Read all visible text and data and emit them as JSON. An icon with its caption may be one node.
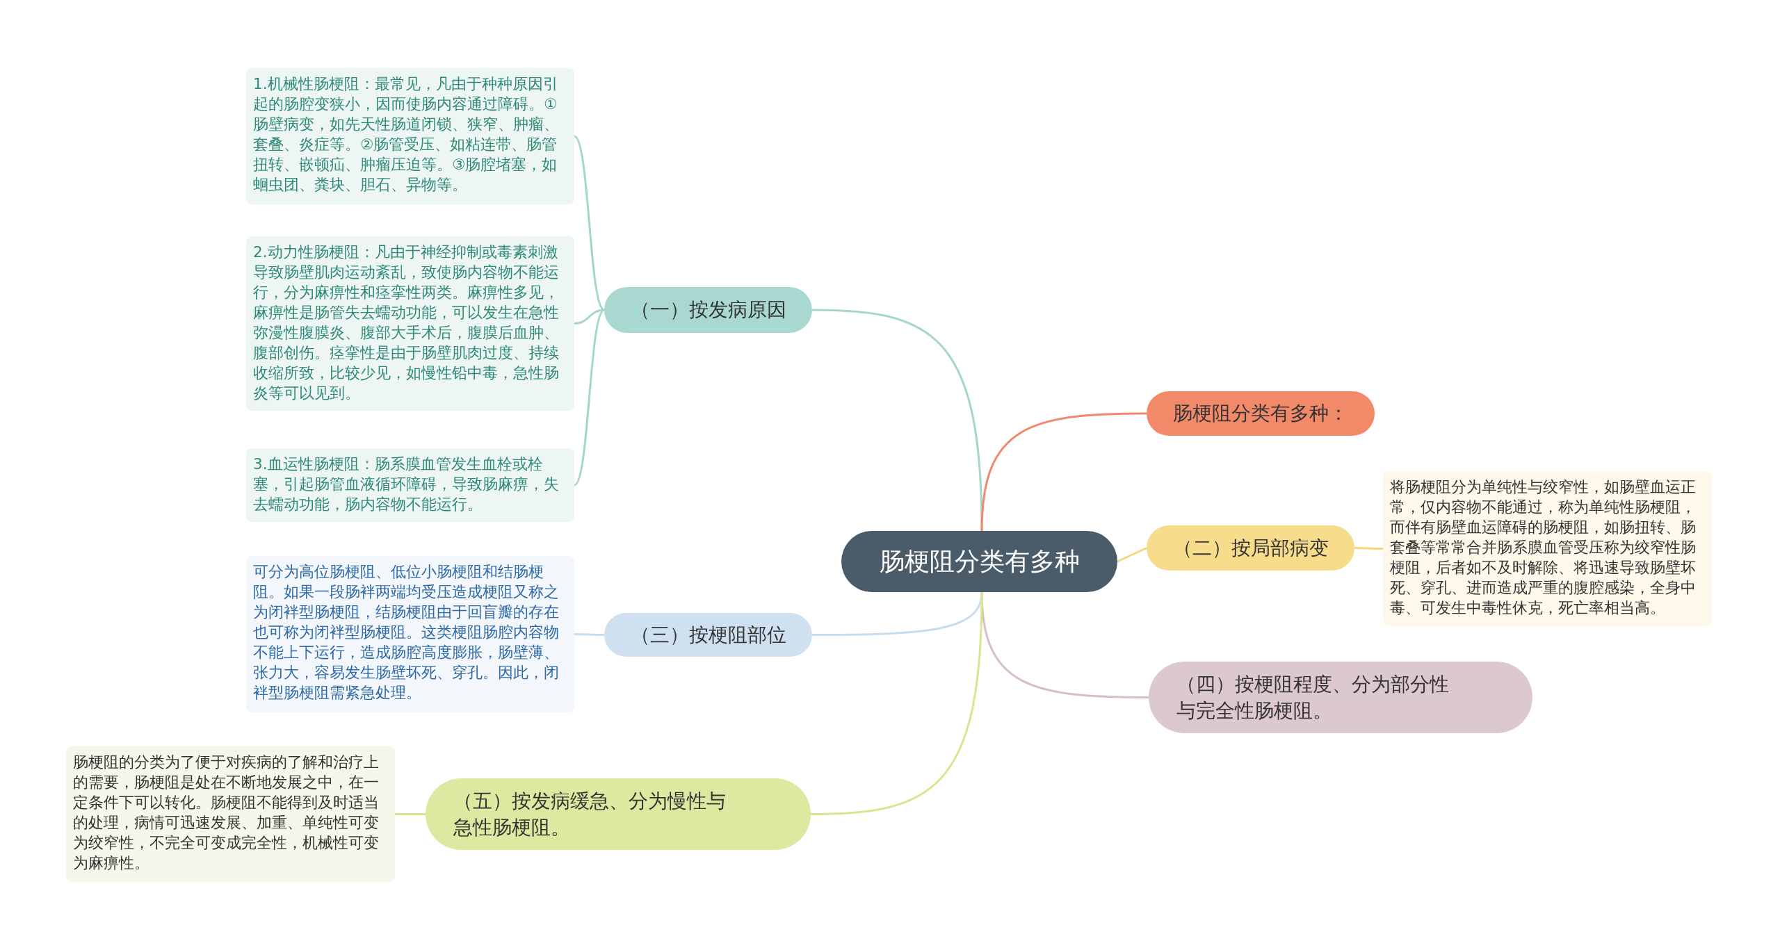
{
  "diagram": {
    "nodes": [
      {
        "text": [
          "肠梗阻分类有多种"
        ]
      },
      {
        "text": [
          "（一）按发病原因"
        ]
      },
      {
        "text": [
          "1.机械性肠梗阻：最常见，凡由于种种原因引起的肠腔变狭小，因而使肠内容通过障碍。①肠壁病变，如先天性肠道闭锁、狭窄、肿瘤、套叠、炎症等。②肠管受压、如粘连带、肠管扭转、嵌顿疝、肿瘤压迫等。③肠腔堵塞，如蛔虫团、粪块、胆石、异物等。"
        ]
      },
      {
        "text": [
          "2.动力性肠梗阻：凡由于神经抑制或毒素刺激导致肠壁肌肉运动紊乱，致使肠内容物不能运行，分为麻痹性和痉挛性两类。麻痹性多见，麻痹性是肠管失去蠕动功能，可以发生在急性弥漫性腹膜炎、腹部大手术后，腹膜后血肿、腹部创伤。痉挛性是由于肠壁肌肉过度、持续收缩所致，比较少见，如慢性铅中毒，急性肠炎等可以见到。"
        ]
      },
      {
        "text": [
          "3.血运性肠梗阻：肠系膜血管发生血栓或栓塞，引起肠管血液循环障碍，导致肠麻痹，失去蠕动功能，肠内容物不能运行。"
        ]
      },
      {
        "text": [
          "肠梗阻分类有多种："
        ]
      },
      {
        "text": [
          "（二）按局部病变"
        ]
      },
      {
        "text": [
          "将肠梗阻分为单纯性与绞窄性，如肠壁血运正常，仅内容物不能通过，称为单纯性肠梗阻，而伴有肠壁血运障碍的肠梗阻，如肠扭转、肠套叠等常常合并肠系膜血管受压称为绞窄性肠梗阻，后者如不及时解除、将迅速导致肠壁坏死、穿孔、进而造成严重的腹腔感染，全身中毒、可发生中毒性休克，死亡率相当高。"
        ]
      },
      {
        "text": [
          "（三）按梗阻部位"
        ]
      },
      {
        "text": [
          "可分为高位肠梗阻、低位小肠梗阻和结肠梗阻。如果一段肠袢两端均受压造成梗阻又称之为闭袢型肠梗阻，结肠梗阻由于回盲瓣的存在也可称为闭袢型肠梗阻。这类梗阻肠腔内容物不能上下运行，造成肠腔高度膨胀，肠壁薄、张力大，容易发生肠壁坏死、穿孔。因此，闭袢型肠梗阻需紧急处理。"
        ]
      },
      {
        "text": [
          "（四）按梗阻程度、分为部分性与完全性肠梗阻。"
        ]
      },
      {
        "text": [
          "（五）按发病缓急、分为慢性与急性肠梗阻。"
        ]
      },
      {
        "text": [
          "肠梗阻的分类为了便于对疾病的了解和治疗上的需要，肠梗阻是处在不断地发展之中，在一定条件下可以转化。肠梗阻不能得到及时适当的处理，病情可迅速发展、加重、单纯性可变为绞窄性，不完全可变成完全性，机械性可变为麻痹性。"
        ]
      }
    ],
    "edges": [
      {
        "from": 0,
        "to": 1,
        "arrow": "none",
        "color": "#a6d5cd"
      },
      {
        "from": 1,
        "to": 2,
        "arrow": "none",
        "color": "#a6d5cd"
      },
      {
        "from": 1,
        "to": 3,
        "arrow": "none",
        "color": "#a6d5cd"
      },
      {
        "from": 1,
        "to": 4,
        "arrow": "none",
        "color": "#a6d5cd"
      },
      {
        "from": 0,
        "to": 5,
        "arrow": "none",
        "color": "#f0896b"
      },
      {
        "from": 0,
        "to": 6,
        "arrow": "none",
        "color": "#f3d77f"
      },
      {
        "from": 6,
        "to": 7,
        "arrow": "none",
        "color": "#f3d77f"
      },
      {
        "from": 0,
        "to": 8,
        "arrow": "none",
        "color": "#c9dced"
      },
      {
        "from": 8,
        "to": 9,
        "arrow": "none",
        "color": "#c9dced"
      },
      {
        "from": 0,
        "to": 10,
        "arrow": "none",
        "color": "#d7bfc8"
      },
      {
        "from": 0,
        "to": 11,
        "arrow": "none",
        "color": "#d8e68f"
      },
      {
        "from": 11,
        "to": 12,
        "arrow": "none",
        "color": "#d8e68f"
      }
    ]
  }
}
